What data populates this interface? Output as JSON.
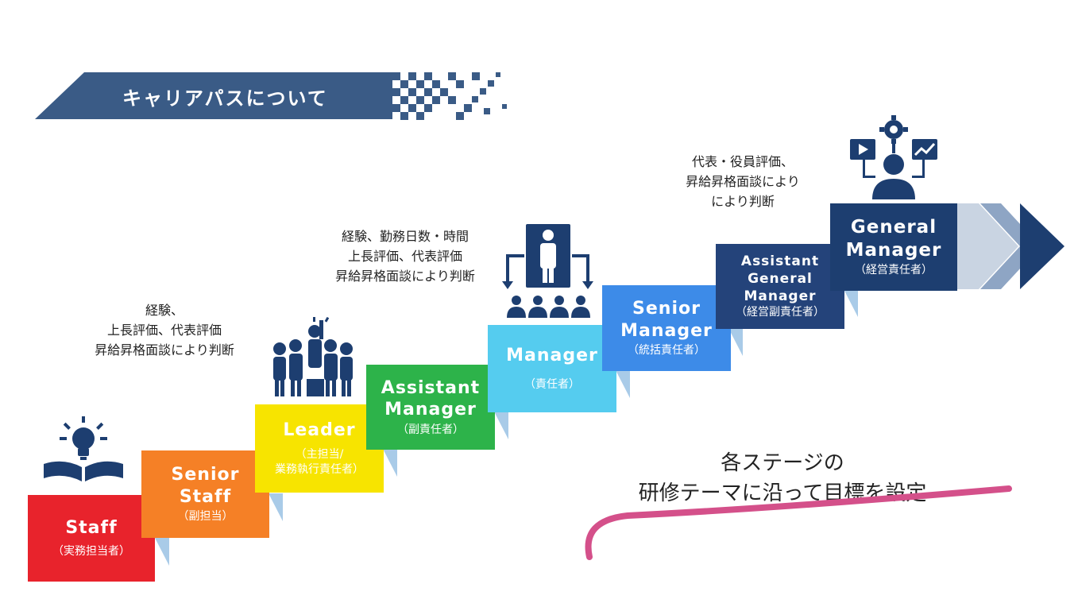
{
  "header": {
    "title": "キャリアパスについて"
  },
  "steps": [
    {
      "en": "Staff",
      "jp": "（実務担当者）",
      "color": "#e8232c"
    },
    {
      "en": "Senior\nStaff",
      "jp": "（副担当）",
      "color": "#f58026"
    },
    {
      "en": "Leader",
      "jp": "（主担当/\n業務執行責任者）",
      "color": "#f7e400"
    },
    {
      "en": "Assistant\nManager",
      "jp": "（副責任者）",
      "color": "#2db34a"
    },
    {
      "en": "Manager",
      "jp": "（責任者）",
      "color": "#55ccef"
    },
    {
      "en": "Senior\nManager",
      "jp": "（統括責任者）",
      "color": "#3d8be8"
    },
    {
      "en": "Assistant\nGeneral\nManager",
      "jp": "（経営副責任者）",
      "color": "#24437a"
    },
    {
      "en": "General\nManager",
      "jp": "（経営責任者）",
      "color": "#1d3e70"
    }
  ],
  "notes": {
    "note1": "経験、\n上長評価、代表評価\n昇給昇格面談により判断",
    "note2": "経験、勤務日数・時間\n上長評価、代表評価\n昇給昇格面談により判断",
    "note3": "代表・役員評価、\n昇給昇格面談により\nにより判断"
  },
  "goal": {
    "text": "各ステージの\n研修テーマに沿って目標を設定"
  },
  "icons": [
    "lightbulb-book-icon",
    "team-leader-icon",
    "presenter-audience-icon",
    "manager-dashboard-icon"
  ]
}
